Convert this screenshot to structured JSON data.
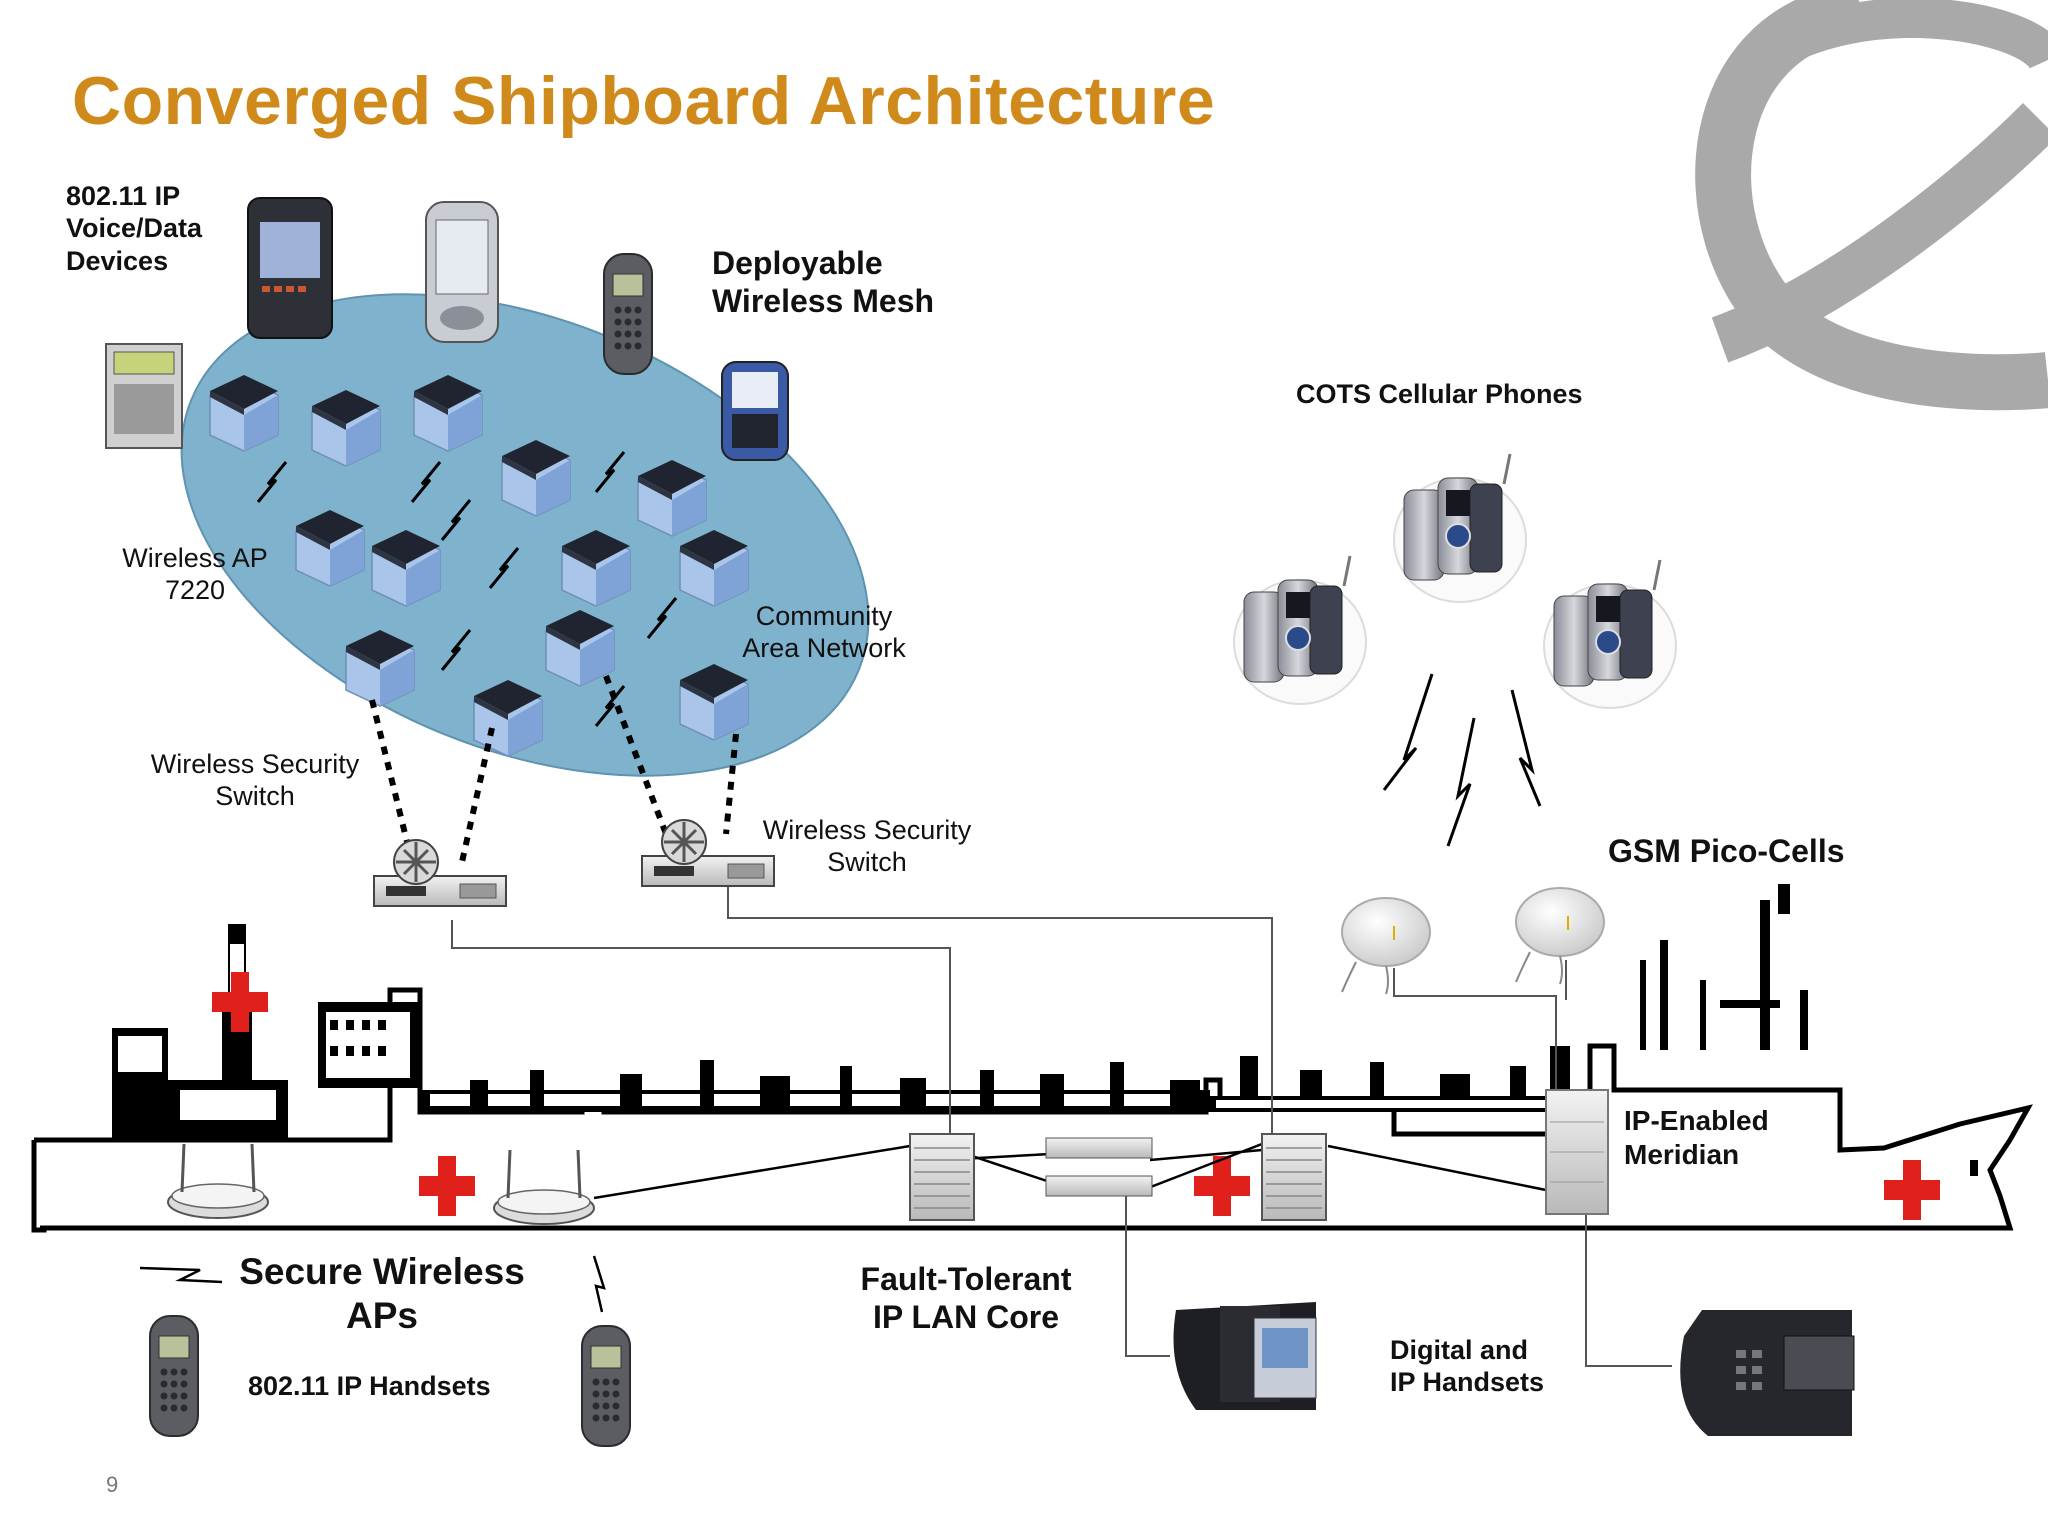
{
  "slide": {
    "title": "Converged Shipboard Architecture",
    "page_number": "9"
  },
  "labels": {
    "ip_devices": [
      "802.11 IP",
      "Voice/Data",
      "Devices"
    ],
    "mesh": [
      "Deployable",
      "Wireless Mesh"
    ],
    "ap": [
      "Wireless AP",
      "7220"
    ],
    "can": [
      "Community",
      "Area Network"
    ],
    "wss_left": [
      "Wireless Security",
      "Switch"
    ],
    "wss_right": [
      "Wireless Security",
      "Switch"
    ],
    "cots": "COTS Cellular Phones",
    "gsm": "GSM Pico-Cells",
    "meridian": [
      "IP-Enabled",
      "Meridian"
    ],
    "secure_aps": [
      "Secure Wireless",
      "APs"
    ],
    "handsets_80211": "802.11 IP Handsets",
    "lan_core": [
      "Fault-Tolerant",
      "IP LAN Core"
    ],
    "digital_ip": [
      "Digital and",
      "IP Handsets"
    ]
  },
  "colors": {
    "title": "#d08a1c",
    "mesh_ellipse": "#7fb2cc",
    "hex_top": "#1f2430",
    "hex_side": "#8fb6e6",
    "red_cross": "#e0201b",
    "logo": "#a9a9a9"
  },
  "icons": [
    "logo-globe-icon",
    "pda-icon",
    "phone-icon",
    "cell-phone-icon",
    "router-icon",
    "access-point-icon",
    "pico-cell-icon",
    "desk-phone-icon",
    "red-cross-icon",
    "lightning-icon"
  ]
}
